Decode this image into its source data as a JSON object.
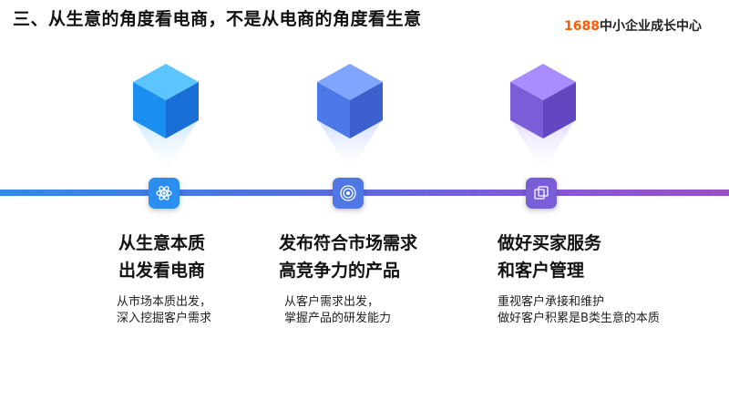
{
  "title": "三、从生意的角度看电商，不是从电商的角度看生意",
  "brand": {
    "number": "1688",
    "text": "中小企业成长中心"
  },
  "stages": [
    {
      "heading_line1": "从生意本质",
      "heading_line2": "出发看电商",
      "desc_line1": "从市场本质出发，",
      "desc_line2": "深入挖掘客户需求",
      "icon": "atom-icon",
      "color": "#2a8ff0"
    },
    {
      "heading_line1": "发布符合市场需求",
      "heading_line2": "高竞争力的产品",
      "desc_line1": "从客户需求出发，",
      "desc_line2": "掌握产品的研发能力",
      "icon": "target-icon",
      "color": "#4f78e6"
    },
    {
      "heading_line1": "做好买家服务",
      "heading_line2": "和客户管理",
      "desc_line1": "重视客户承接和维护",
      "desc_line2": "做好客户积累是B类生意的本质",
      "icon": "layers-icon",
      "color": "#7a5ed8"
    }
  ]
}
